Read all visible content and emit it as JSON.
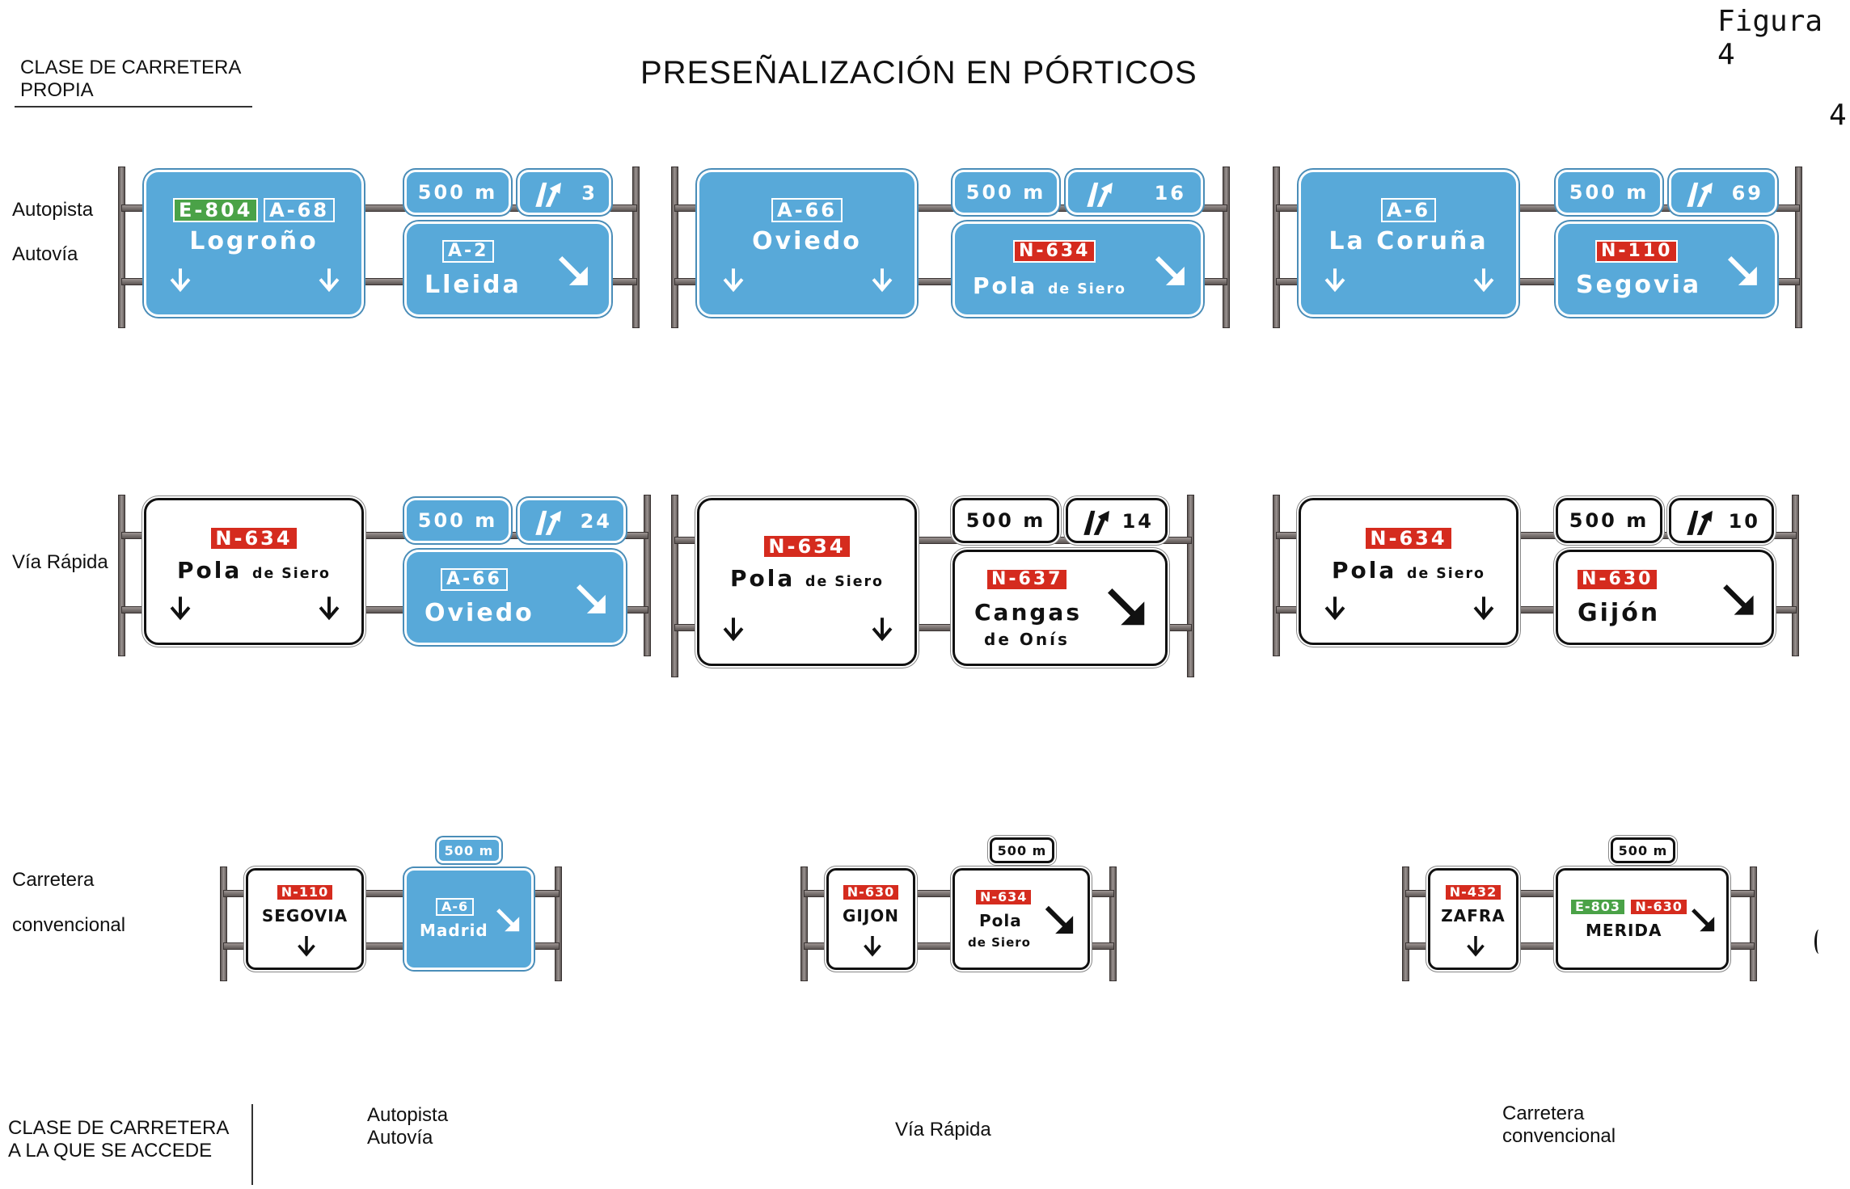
{
  "header": {
    "figure_label": "Figura 4",
    "page_number": "4",
    "title": "PRESEÑALIZACIÓN EN PÓRTICOS",
    "own_road_class_label": "CLASE DE CARRETERA\nPROPIA",
    "accessed_road_class_label": "CLASE DE CARRETERA\nA LA QUE SE ACCEDE"
  },
  "row_labels": {
    "autopista": "Autopista",
    "autovia": "Autovía",
    "via_rapida": "Vía Rápida",
    "carretera": "Carretera",
    "convencional": "convencional"
  },
  "column_labels": {
    "col1": "Autopista\nAutovía",
    "col2": "Vía Rápida",
    "col3": "Carretera\nconvencional"
  },
  "colors": {
    "sign_blue": "#58a9d9",
    "road_red": "#d52b1e",
    "euro_green": "#4aa247",
    "post_gray": "#8a8280"
  },
  "icons": {
    "exit": "exit-ramp-icon",
    "down": "arrow-down-icon",
    "diag": "arrow-down-right-icon"
  },
  "signs": {
    "r1c1": {
      "main_codes": [
        "E-804",
        "A-68"
      ],
      "main_dest": "Logroño",
      "dist": "500 m",
      "exit_no": "3",
      "exit_code": "A-2",
      "exit_dest": "Lleida"
    },
    "r1c2": {
      "main_code": "A-66",
      "main_dest": "Oviedo",
      "dist": "500 m",
      "exit_no": "16",
      "exit_code": "N-634",
      "exit_dest": "Pola",
      "exit_dest_small": "de Siero"
    },
    "r1c3": {
      "main_code": "A-6",
      "main_dest": "La Coruña",
      "dist": "500 m",
      "exit_no": "69",
      "exit_code": "N-110",
      "exit_dest": "Segovia"
    },
    "r2c1": {
      "main_code": "N-634",
      "main_dest": "Pola",
      "main_dest_small": "de Siero",
      "dist": "500 m",
      "exit_no": "24",
      "exit_code": "A-66",
      "exit_dest": "Oviedo"
    },
    "r2c2": {
      "main_code": "N-634",
      "main_dest": "Pola",
      "main_dest_small": "de Siero",
      "dist": "500 m",
      "exit_no": "14",
      "exit_code": "N-637",
      "exit_dest": "Cangas",
      "exit_dest_2": "de Onís"
    },
    "r2c3": {
      "main_code": "N-634",
      "main_dest": "Pola",
      "main_dest_small": "de Siero",
      "dist": "500 m",
      "exit_no": "10",
      "exit_code": "N-630",
      "exit_dest": "Gijón"
    },
    "r3c1": {
      "main_code": "N-110",
      "main_dest": "SEGOVIA",
      "dist": "500 m",
      "exit_code": "A-6",
      "exit_dest": "Madrid"
    },
    "r3c2": {
      "main_code": "N-630",
      "main_dest": "GIJON",
      "dist": "500 m",
      "exit_code": "N-634",
      "exit_dest": "Pola",
      "exit_dest_2": "de Siero"
    },
    "r3c3": {
      "main_code": "N-432",
      "main_dest": "ZAFRA",
      "dist": "500 m",
      "exit_codes": [
        "E-803",
        "N-630"
      ],
      "exit_dest": "MERIDA"
    }
  }
}
